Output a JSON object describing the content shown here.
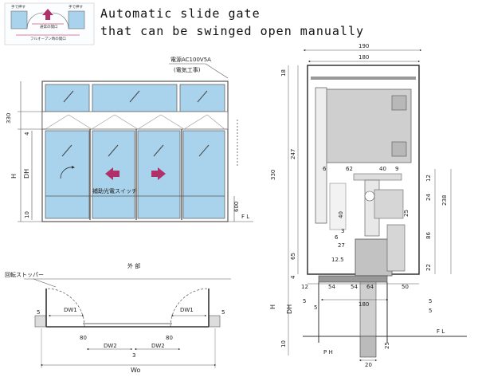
{
  "title": {
    "line1": "Automatic slide gate",
    "line2": "that can be swinged open manually"
  },
  "thumbnail": {
    "label_left": "手で押す",
    "label_right": "手で押す",
    "label_center": "通常の開口",
    "label_bottom": "フルオープン時の開口"
  },
  "elevation": {
    "power_label": "電源AC100V5A",
    "power_sub": "(電気工事)",
    "sensor_label": "補助光電スイッチ",
    "dim_330": "330",
    "dim_4": "4",
    "dim_H": "H",
    "dim_DH": "DH",
    "dim_10": "10",
    "dim_600": "600",
    "floor_line": "F L"
  },
  "plan": {
    "outside_label": "外 部",
    "stopper_label": "回転ストッパー",
    "dw1_left": "DW1",
    "dw1_right": "DW1",
    "dw2_left": "DW2",
    "dw2_right": "DW2",
    "dim_5_left": "5",
    "dim_5_right": "5",
    "dim_80_left": "80",
    "dim_80_right": "80",
    "dim_3": "3",
    "dim_Wo": "Wo"
  },
  "section": {
    "dim_190": "190",
    "dim_180_top": "180",
    "dim_18": "18",
    "dim_247": "247",
    "dim_330": "330",
    "dim_6": "6",
    "dim_62": "62",
    "dim_40": "40",
    "dim_9": "9",
    "dim_12": "12",
    "dim_24": "24",
    "dim_238": "238",
    "dim_25": "25",
    "dim_86": "86",
    "dim_22": "22",
    "dim_40b": "40",
    "dim_3": "3",
    "dim_6b": "6",
    "dim_27": "27",
    "dim_12_5": "12.5",
    "dim_65": "65",
    "dim_4": "4",
    "dim_12b": "12",
    "dim_54a": "54",
    "dim_64": "64",
    "dim_54b": "54",
    "dim_50": "50",
    "dim_5a": "5",
    "dim_5b": "5",
    "dim_180_bot": "180",
    "dim_5c": "5",
    "dim_5d": "5",
    "dim_H": "H",
    "dim_DH": "DH",
    "dim_10": "10",
    "floor_line": "F L",
    "dim_PH": "P H",
    "dim_25b": "25",
    "dim_20": "20"
  },
  "colors": {
    "glass": "#a9d3ec",
    "glass_dark": "#7fb6d8",
    "frame": "#6d6d6d",
    "arrow": "#b0306a",
    "gray_fill": "#cfcfcf",
    "gray_dark": "#9a9a9a"
  }
}
